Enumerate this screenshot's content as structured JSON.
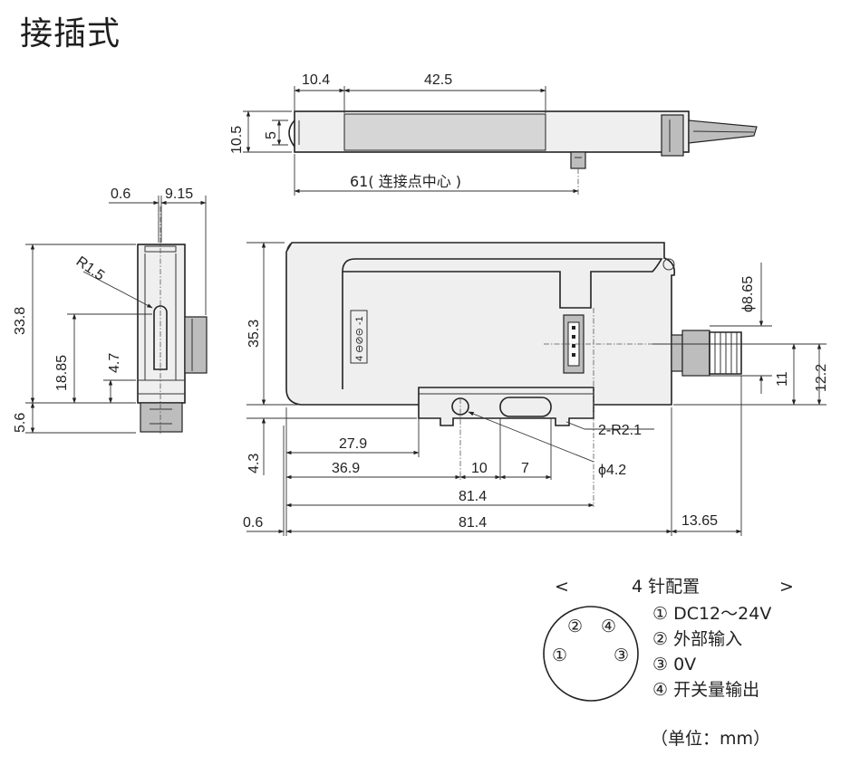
{
  "title": "接插式",
  "top_view": {
    "dim_10_4": "10.4",
    "dim_42_5": "42.5",
    "dim_10_5": "10.5",
    "dim_5": "5",
    "dim_61": "61( 连接点中心 )"
  },
  "side_view": {
    "dim_0_6": "0.6",
    "dim_9_15": "9.15",
    "dim_33_8": "33.8",
    "dim_18_85": "18.85",
    "dim_4_7": "4.7",
    "dim_5_6": "5.6",
    "radius": "R1.5"
  },
  "front_view": {
    "dim_35_3": "35.3",
    "dim_4_3": "4.3",
    "dim_27_9": "27.9",
    "dim_36_9": "36.9",
    "dim_10": "10",
    "dim_7": "7",
    "dim_81_4_a": "81.4",
    "dim_81_4_b": "81.4",
    "dim_0_6": "0.6",
    "dim_13_65": "13.65",
    "dim_8_65": "ϕ8.65",
    "dim_11": "11",
    "dim_12_2": "12.2",
    "r2_1": "2-R2.1",
    "hole_4_2": "ϕ4.2",
    "label_code": "4 ⊖⊘⊝ -1"
  },
  "pin_config": {
    "bracket_left": "<",
    "bracket_right": ">",
    "heading": "4 针配置",
    "pins_in_circle": [
      "②",
      "④",
      "①",
      "③"
    ],
    "items": [
      "① DC12～24V",
      "② 外部输入",
      "③ 0V",
      "④ 开关量输出"
    ]
  },
  "unit_note": "（单位：mm）"
}
